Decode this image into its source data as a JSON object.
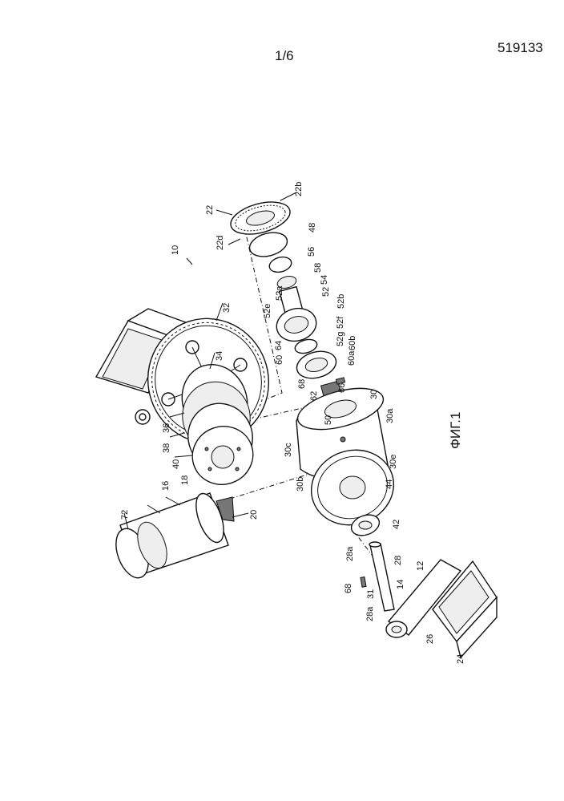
{
  "header": {
    "page_number": "1/6",
    "doc_number": "519133"
  },
  "figure": {
    "caption": "ФИГ.1",
    "labels": {
      "l10": "10",
      "l12": "12",
      "l14": "14",
      "l16": "16",
      "l18": "18",
      "l20": "20",
      "l22": "22",
      "l22b": "22b",
      "l22d": "22d",
      "l24": "24",
      "l26": "26",
      "l28": "28",
      "l28a_top": "28a",
      "l28a_bot": "28a",
      "l30": "30",
      "l30a": "30a",
      "l30b": "30b",
      "l30c": "30c",
      "l30e": "30e",
      "l31": "31",
      "l32": "32",
      "l34": "34",
      "l36": "36",
      "l38": "38",
      "l40": "40",
      "l42": "42",
      "l44": "44",
      "l48": "48",
      "l50": "50",
      "l52": "52",
      "l52a": "52a",
      "l52b": "52b",
      "l52e": "52e",
      "l52f": "52f",
      "l52g": "52g",
      "l54": "54",
      "l56": "56",
      "l58": "58",
      "l60": "60",
      "l60a": "60a",
      "l60b": "60b",
      "l62": "62",
      "l64": "64",
      "l66": "66",
      "l68_top": "68",
      "l68_bot": "68",
      "l72": "72"
    }
  }
}
